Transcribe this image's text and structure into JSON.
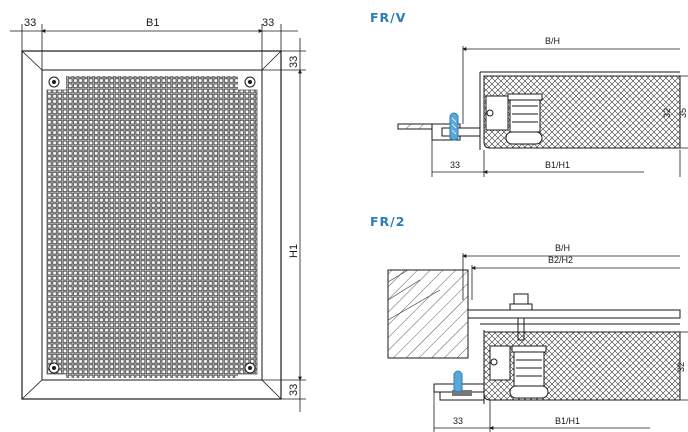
{
  "front_view": {
    "dim_side_left": "33",
    "dim_width": "B1",
    "dim_side_right": "33",
    "dim_top": "33",
    "dim_height": "H1",
    "dim_bottom": "33"
  },
  "section_frv": {
    "title": "FR/V",
    "dim_outer": "B/H",
    "dim_flange": "33",
    "dim_inner": "B1/H1",
    "dim_thickness": "32",
    "dim_total": "35"
  },
  "section_fr2": {
    "title": "FR/2",
    "dim_outer": "B/H",
    "dim_inner2": "B2/H2",
    "dim_flange": "33",
    "dim_inner": "B1/H1",
    "dim_thickness": "32"
  },
  "colors": {
    "accent": "#2a7fb8",
    "line": "#1a1a1a",
    "mesh_frame": "#555555"
  }
}
